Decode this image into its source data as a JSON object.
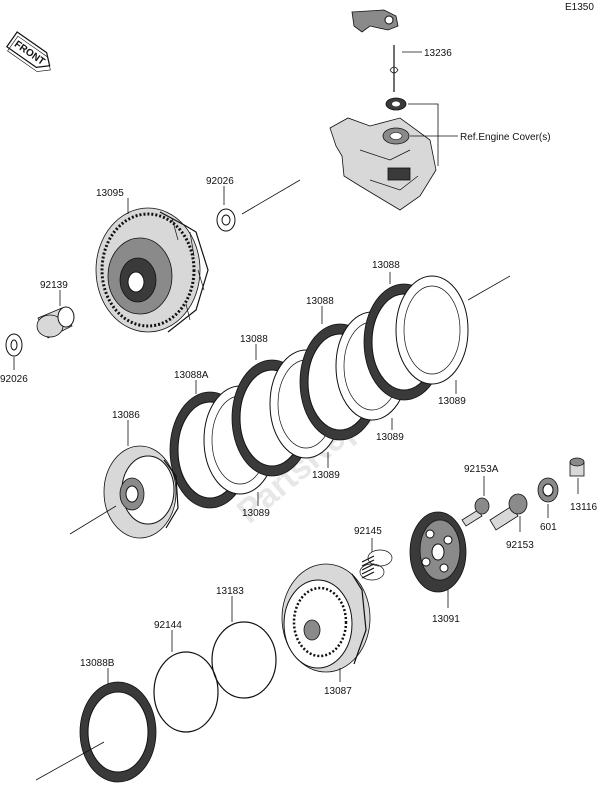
{
  "diagram_code": "E1350",
  "front_badge": "FRONT",
  "ref_note": "Ref.Engine Cover(s)",
  "watermark": "PartsRepublik",
  "labels": {
    "p13236": "13236",
    "p92026_top": "92026",
    "p13095": "13095",
    "p92139": "92139",
    "p92026_left": "92026",
    "p13088_a": "13088",
    "p13088_b": "13088",
    "p13088_c": "13088",
    "p13088A": "13088A",
    "p13089_a": "13089",
    "p13089_b": "13089",
    "p13089_c": "13089",
    "p13089_d": "13089",
    "p13086": "13086",
    "p92153A": "92153A",
    "p92153": "92153",
    "p601": "601",
    "p13116": "13116",
    "p92145": "92145",
    "p13091": "13091",
    "p13183": "13183",
    "p92144": "92144",
    "p13088B": "13088B",
    "p13087": "13087"
  }
}
